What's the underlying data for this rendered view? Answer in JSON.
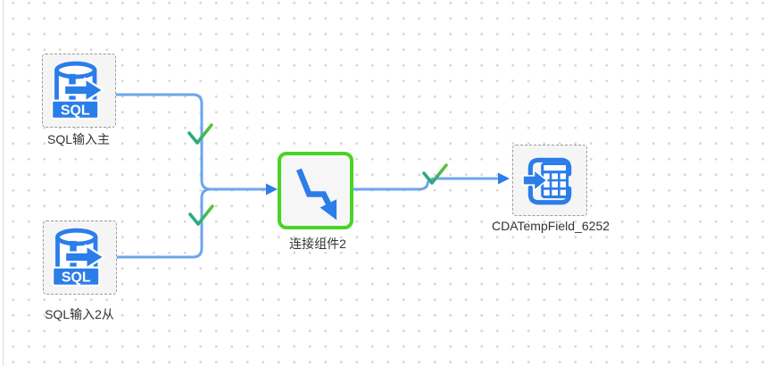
{
  "colors": {
    "accent_blue": "#2b7de9",
    "edge_blue": "#6ca6ec",
    "selected_border_green": "#4ad326",
    "check_gradient_start": "#1ba393",
    "check_gradient_end": "#62c42e",
    "node_background": "#f5f5f6",
    "canvas_background": "#ffffff",
    "grid_dot": "#d6d6d6",
    "label_text": "#333333"
  },
  "nodes": [
    {
      "id": "sql-input-main",
      "label": "SQL输入主",
      "icon": "sql-database-arrow-icon",
      "icon_text": "SQL",
      "selected": false
    },
    {
      "id": "sql-input-2-slave",
      "label": "SQL输入2从",
      "icon": "sql-database-arrow-icon",
      "icon_text": "SQL",
      "selected": false
    },
    {
      "id": "join-component-2",
      "label": "连接组件2",
      "icon": "step-down-arrow-icon",
      "selected": true
    },
    {
      "id": "cda-temp-field",
      "label": "CDATempField_6252",
      "icon": "arrow-into-table-icon",
      "selected": false
    }
  ],
  "edges": [
    {
      "from": "sql-input-main",
      "to": "join-component-2",
      "status": "success-check"
    },
    {
      "from": "sql-input-2-slave",
      "to": "join-component-2",
      "status": "success-check"
    },
    {
      "from": "join-component-2",
      "to": "cda-temp-field",
      "status": "success-check"
    }
  ]
}
